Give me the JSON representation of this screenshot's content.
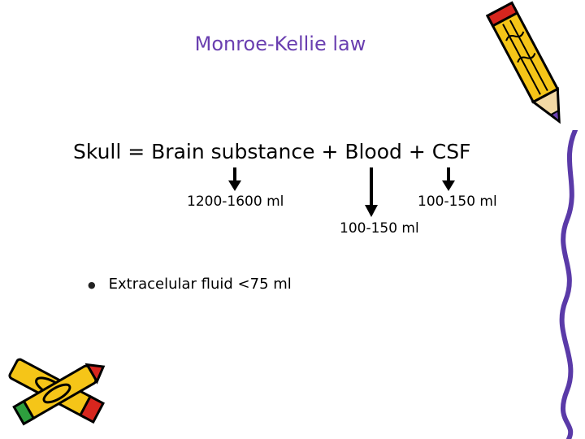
{
  "slide": {
    "title": "Monroe-Kellie law",
    "equation": "Skull = Brain substance + Blood + CSF",
    "brain_volume": "1200-1600 ml",
    "csf_volume": "100-150 ml",
    "blood_volume": "100-150 ml",
    "bullet_text": "Extracelular fluid <75 ml"
  },
  "colors": {
    "title": "#6a3fb0",
    "pencil_body": "#f5c518",
    "pencil_outline": "#000000",
    "eraser_red": "#d7261e",
    "cap_green": "#2e9e3e"
  },
  "icons": [
    "arrow-down-icon",
    "pencil-icon"
  ]
}
